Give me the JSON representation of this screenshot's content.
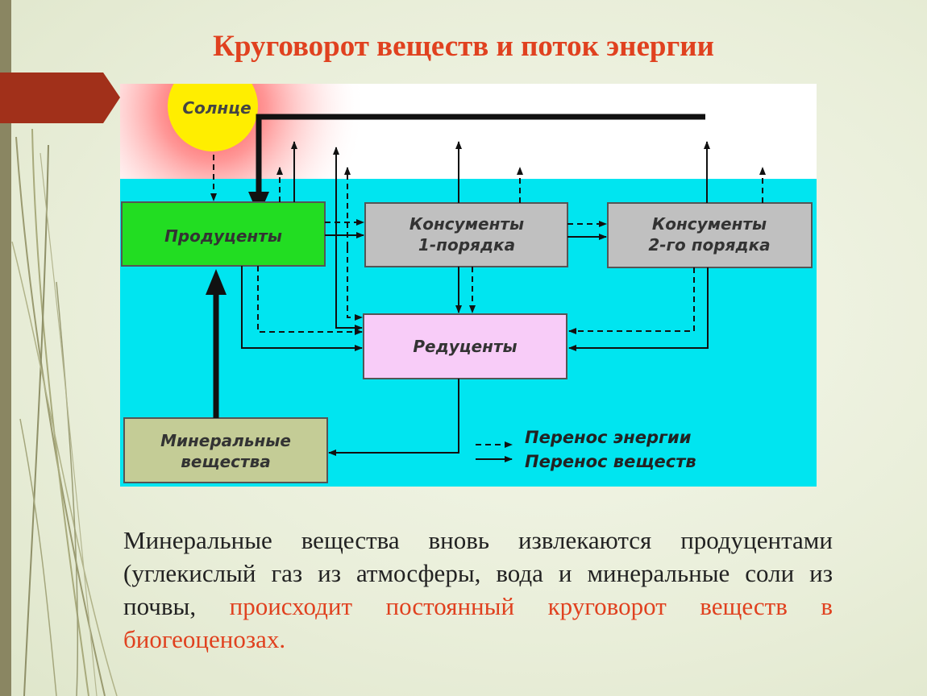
{
  "title": "Круговорот веществ и поток энергии",
  "diagram": {
    "sun": "Солнце",
    "producers": "Продуценты",
    "consumers1_line1": "Консументы",
    "consumers1_line2": "1-порядка",
    "consumers2_line1": "Консументы",
    "consumers2_line2": "2-го порядка",
    "reducers": "Редуценты",
    "minerals_line1": "Минеральные",
    "minerals_line2": "вещества",
    "legend_energy": "Перенос энергии",
    "legend_matter": "Перенос веществ"
  },
  "body": {
    "plain": "Минеральные вещества вновь извлекаются продуцентами (углекислый газ из атмосферы, вода и минеральные соли из почвы, ",
    "highlight": "происходит постоянный круговорот веществ в биогеоценозах."
  },
  "colors": {
    "title": "#e0411f",
    "water": "#00e5f0",
    "producers": "#22dd22",
    "consumers": "#c0c0c0",
    "reducers": "#f8ccf8",
    "minerals": "#c4cc96",
    "sun": "#ffee00"
  }
}
